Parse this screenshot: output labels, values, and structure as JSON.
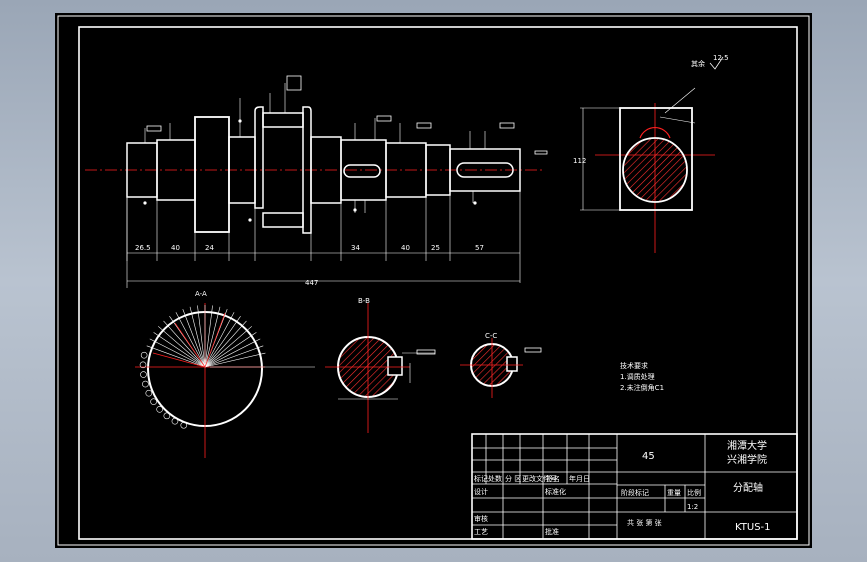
{
  "surface_note": "Surface roughness callout",
  "roughness": {
    "label": "其余",
    "value": "12.5"
  },
  "title_block": {
    "material": "45",
    "school_line1": "湘潭大学",
    "school_line2": "兴湘学院",
    "part_name": "分配轴",
    "drawing_no": "KTUS-1",
    "scale": "1:2",
    "scale_label": "比例",
    "weight_label": "重量",
    "stage_label": "阶段标记",
    "sheet_info": "共  张  第  张",
    "headers": [
      "标记",
      "处数",
      "分 区",
      "更改文件号",
      "签名",
      "年月日"
    ],
    "row_design": "设计",
    "row_standard": "标准化",
    "row_review": "审核",
    "row_process": "工艺",
    "row_approve": "批准"
  },
  "tech_notes": {
    "title": "技术要求",
    "line1": "1.调质处理",
    "line2": "2.未注倒角C1"
  },
  "dims": {
    "total": "447",
    "d1": "26.5",
    "d2": "40",
    "d3": "24",
    "d4": "34",
    "d5": "40",
    "d6": "25",
    "d7": "57",
    "side": "112"
  },
  "section_labels": {
    "a": "A-A",
    "b": "B-B",
    "c": "C-C"
  },
  "colors": {
    "background": "#000000",
    "frame": "#ffffff",
    "centerline": "#ff2020",
    "hatch": "#ff3030",
    "window": "#9aa6b6"
  }
}
